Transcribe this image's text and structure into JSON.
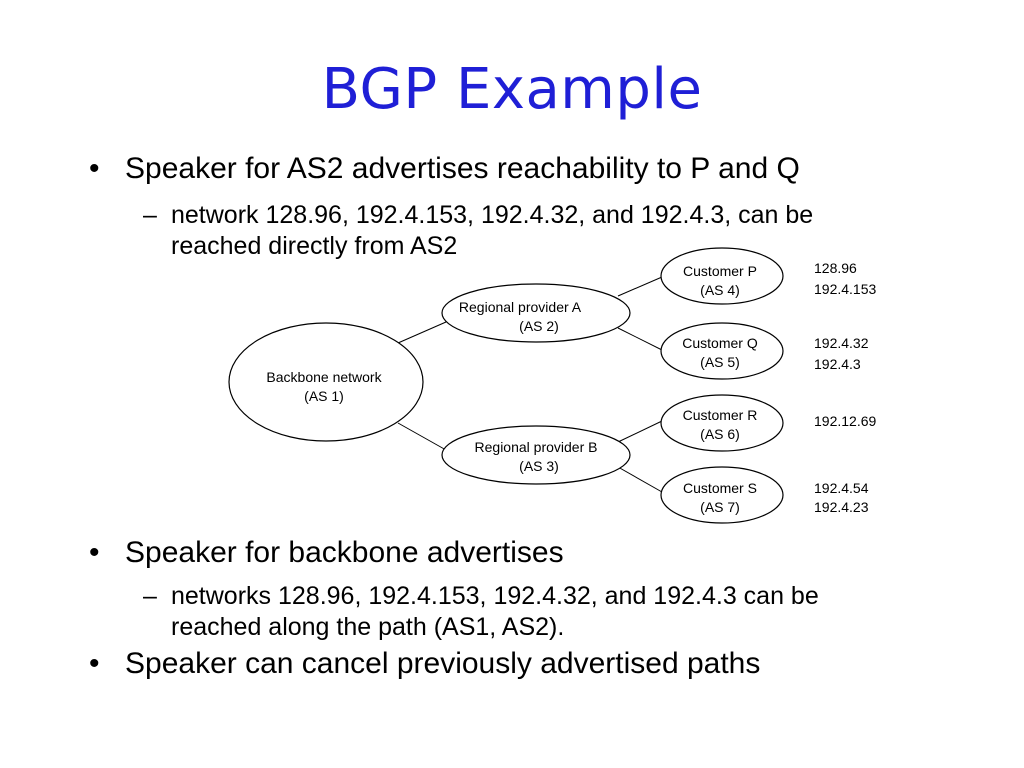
{
  "slide": {
    "title": "BGP Example"
  },
  "bullets_top": {
    "b1": "Speaker for AS2 advertises reachability to P and Q",
    "b1_sub_line1": "network 128.96, 192.4.153, 192.4.32, and 192.4.3, can be",
    "b1_sub_line2": "reached directly from AS2"
  },
  "bullets_bottom": {
    "b2": "Speaker for backbone advertises",
    "b2_sub_line1": "networks 128.96, 192.4.153, 192.4.32, and 192.4.3 can be",
    "b2_sub_line2": "reached along the path (AS1, AS2).",
    "b3": "Speaker can cancel previously advertised paths"
  },
  "markers": {
    "bullet": "•",
    "dash": "–"
  },
  "diagram": {
    "backbone": {
      "line1": "Backbone network",
      "line2": "(AS 1)"
    },
    "provider_a": {
      "line1": "Regional provider A",
      "line2": "(AS 2)"
    },
    "provider_b": {
      "line1": "Regional provider B",
      "line2": "(AS 3)"
    },
    "customer_p": {
      "line1": "Customer P",
      "line2": "(AS 4)",
      "net1": "128.96",
      "net2": "192.4.153"
    },
    "customer_q": {
      "line1": "Customer Q",
      "line2": "(AS 5)",
      "net1": "192.4.32",
      "net2": "192.4.3"
    },
    "customer_r": {
      "line1": "Customer R",
      "line2": "(AS 6)",
      "net1": "192.12.69"
    },
    "customer_s": {
      "line1": "Customer S",
      "line2": "(AS 7)",
      "net1": "192.4.54",
      "net2": "192.4.23"
    }
  },
  "colors": {
    "title": "#1f1fd6",
    "text": "#000000",
    "background": "#ffffff"
  }
}
